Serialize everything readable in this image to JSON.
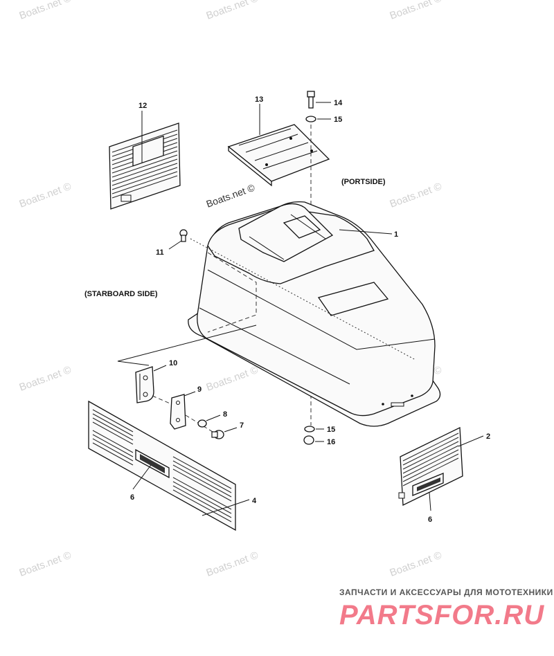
{
  "watermark": "Boats.net ©",
  "labels": {
    "portside": "(PORTSIDE)",
    "starboard": "(STARBOARD SIDE)"
  },
  "callouts": [
    "1",
    "2",
    "4",
    "6",
    "6",
    "7",
    "8",
    "9",
    "10",
    "11",
    "12",
    "13",
    "14",
    "15",
    "15",
    "16"
  ],
  "footer": {
    "subtitle": "ЗАПЧАСТИ И АКСЕССУАРЫ ДЛЯ МОТОТЕХНИКИ",
    "logo": "PARTSFOR.RU"
  },
  "colors": {
    "logo": "#f27a8a",
    "watermark": "#d0d0d0",
    "ink": "#111111"
  }
}
